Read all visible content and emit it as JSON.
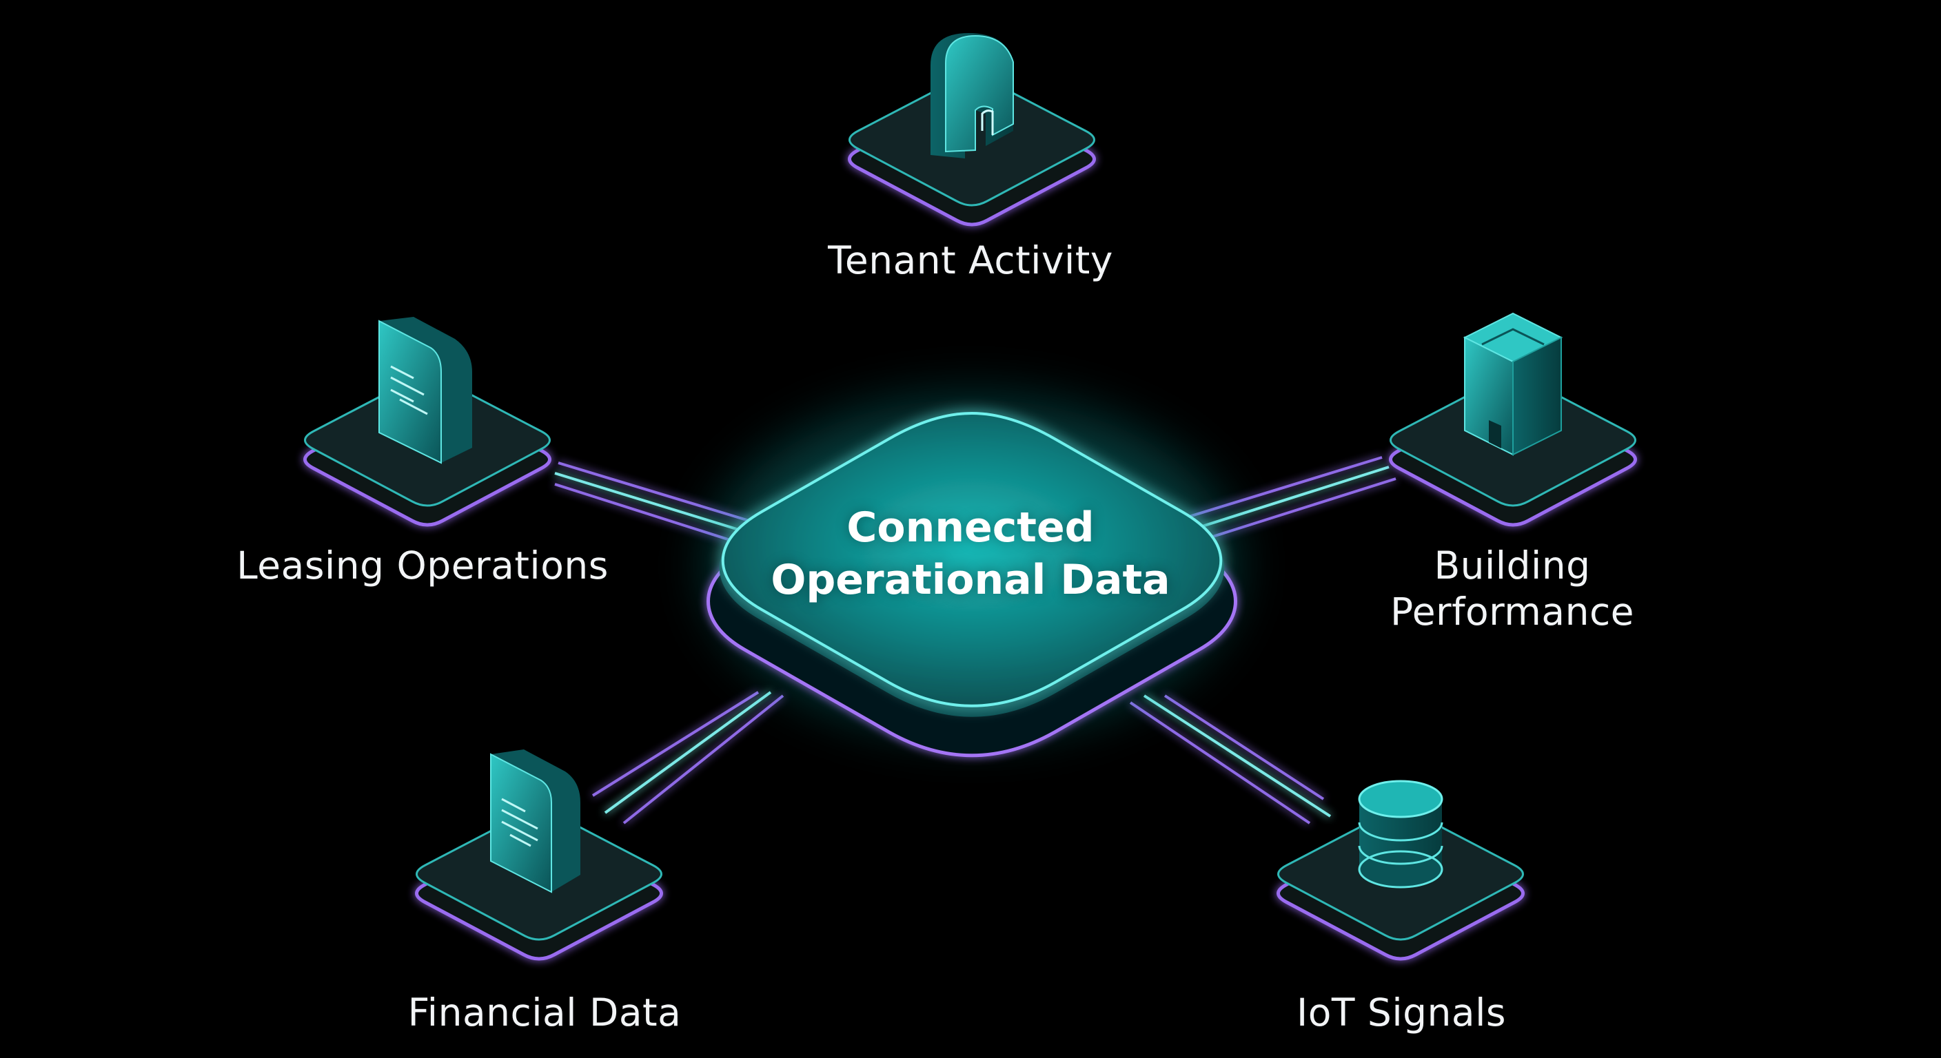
{
  "hub": {
    "title_line1": "Connected",
    "title_line2": "Operational Data"
  },
  "nodes": {
    "tenant_activity": {
      "label": "Tenant Activity",
      "icon": "door-icon"
    },
    "leasing_operations": {
      "label": "Leasing Operations",
      "icon": "document-icon"
    },
    "building_performance": {
      "label_line1": "Building",
      "label_line2": "Performance",
      "icon": "building-icon"
    },
    "financial_data": {
      "label": "Financial Data",
      "icon": "document-icon"
    },
    "iot_signals": {
      "label": "IoT Signals",
      "icon": "database-icon"
    }
  },
  "colors": {
    "background": "#000000",
    "teal": "#1fb6b4",
    "teal_light": "#5fe6e3",
    "purple": "#9a6cf0",
    "tile_fill": "#0d1a1c"
  }
}
